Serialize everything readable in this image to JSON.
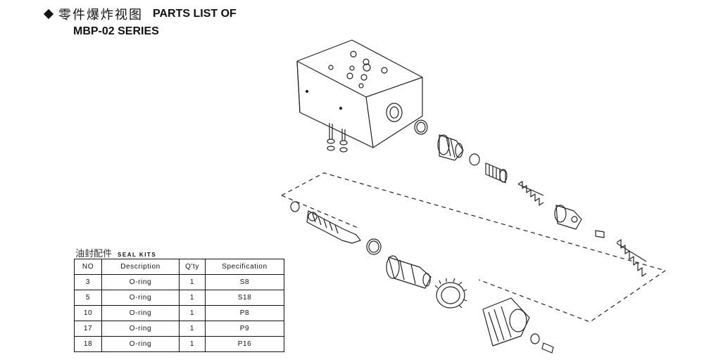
{
  "title": {
    "chinese": "零件爆炸视图",
    "english_line1": "PARTS LIST OF",
    "english_line2": "MBP-02 SERIES"
  },
  "seal_kit": {
    "caption_cn": "油封配件",
    "caption_en": "SEAL KITS",
    "headers": [
      "NO",
      "Description",
      "Q'ty",
      "Specification"
    ],
    "rows": [
      [
        "3",
        "O-ring",
        "1",
        "S8"
      ],
      [
        "5",
        "O-ring",
        "1",
        "S18"
      ],
      [
        "10",
        "O-ring",
        "1",
        "P8"
      ],
      [
        "17",
        "O-ring",
        "1",
        "P9"
      ],
      [
        "18",
        "O-ring",
        "1",
        "P16"
      ]
    ]
  }
}
